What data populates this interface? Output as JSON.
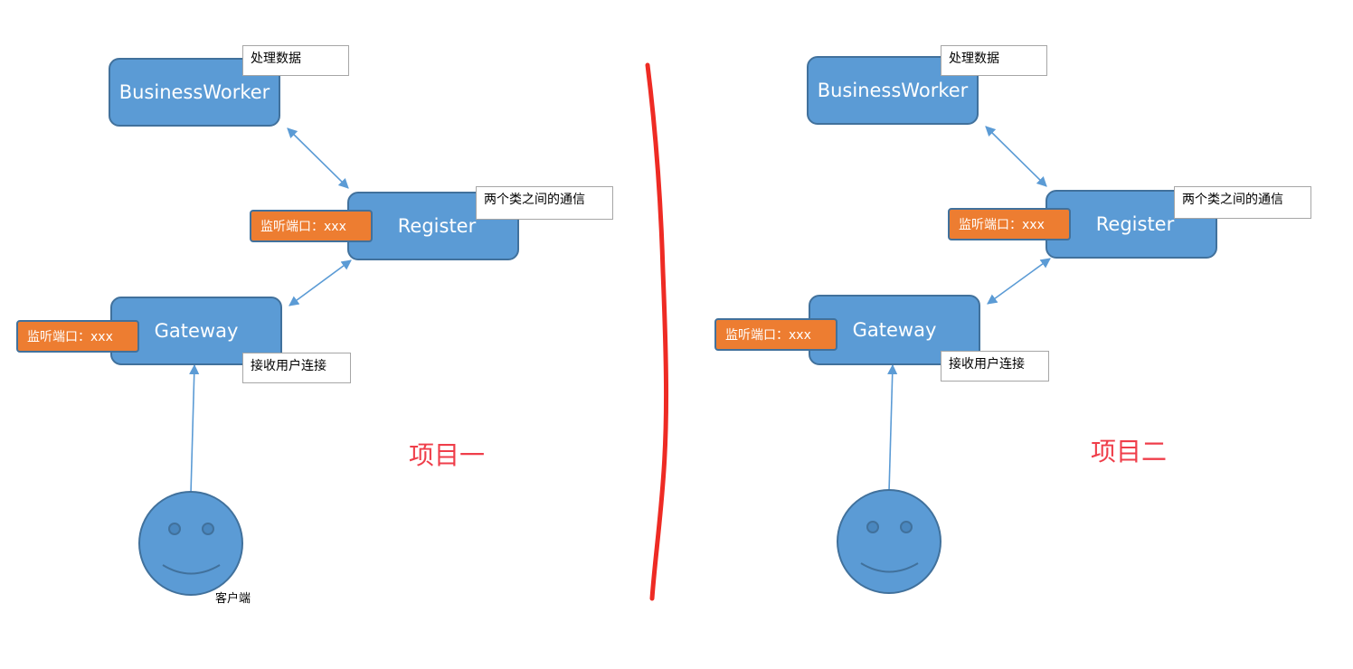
{
  "colors": {
    "node_fill": "#5b9bd5",
    "node_border": "#41719c",
    "port_fill": "#ed7d31",
    "project_label": "#ef3e4a",
    "divider": "#ee2b24",
    "arrow": "#5b9bd5"
  },
  "project1": {
    "label": "项目一",
    "business_worker": {
      "title": "BusinessWorker",
      "note": "处理数据"
    },
    "register": {
      "title": "Register",
      "note": "两个类之间的通信",
      "port": "监听端口：xxx"
    },
    "gateway": {
      "title": "Gateway",
      "note": "接收用户连接",
      "port": "监听端口：xxx"
    },
    "client": {
      "label": "客户端",
      "icon": "smiley-face-icon"
    }
  },
  "project2": {
    "label": "项目二",
    "business_worker": {
      "title": "BusinessWorker",
      "note": "处理数据"
    },
    "register": {
      "title": "Register",
      "note": "两个类之间的通信",
      "port": "监听端口：xxx"
    },
    "gateway": {
      "title": "Gateway",
      "note": "接收用户连接",
      "port": "监听端口：xxx"
    },
    "client": {
      "icon": "smiley-face-icon"
    }
  }
}
